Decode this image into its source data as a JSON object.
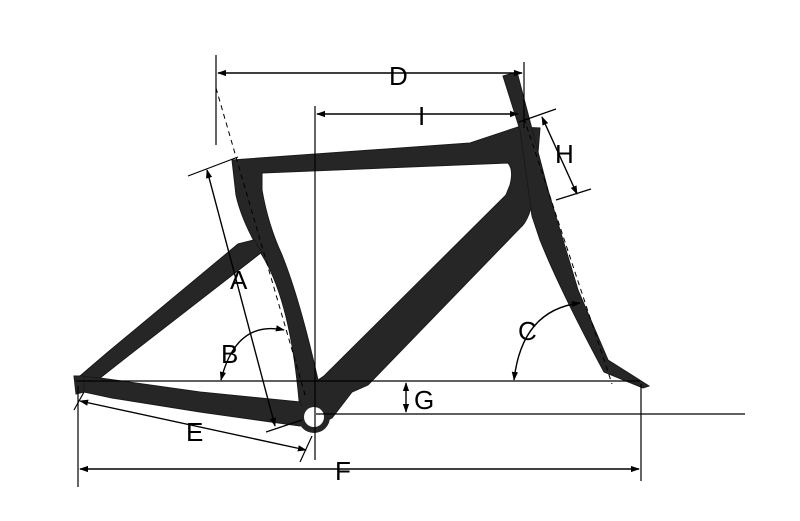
{
  "labels": {
    "a": "A",
    "b": "B",
    "c": "C",
    "d": "D",
    "e": "E",
    "f": "F",
    "g": "G",
    "h": "H",
    "i": "I"
  },
  "colors": {
    "frame": "#262626",
    "lines": "#000000",
    "background": "#ffffff"
  }
}
